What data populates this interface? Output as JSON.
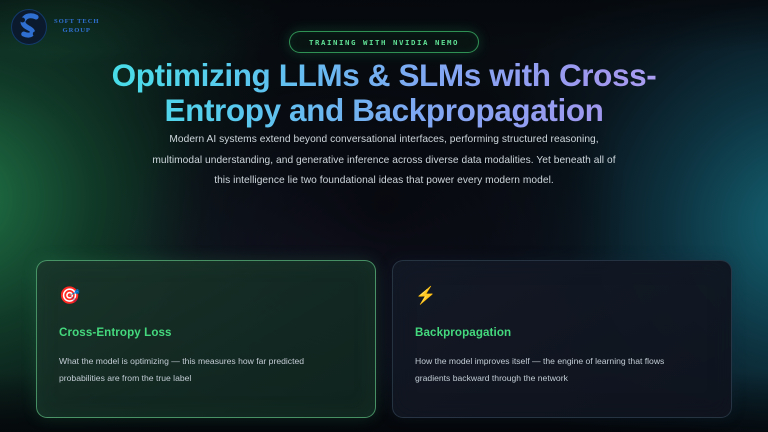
{
  "brand": {
    "logo_icon": "soft-tech-group-s-monogram",
    "name_line1": "SOFT TECH",
    "name_line2": "GROUP",
    "logo_color": "#2f6fd0"
  },
  "badge": {
    "label": "TRAINING WITH NVIDIA NEMO",
    "color": "#5fe095",
    "border_color": "#4ade80"
  },
  "hero": {
    "title": "Optimizing LLMs & SLMs with Cross-Entropy and Backpropagation",
    "title_gradient_from": "#3fe0e4",
    "title_gradient_to": "#b3a3f2",
    "paragraph": "Modern AI systems extend beyond conversational interfaces, performing structured reasoning, multimodal understanding, and generative inference across diverse data modalities. Yet beneath all of this intelligence lie two foundational ideas that power every modern model."
  },
  "cards": [
    {
      "icon": "🎯",
      "icon_name": "dart-target-icon",
      "title": "Cross-Entropy Loss",
      "description": "What the model is optimizing — this measures how far predicted probabilities are from the true label",
      "accent": "#45d97e"
    },
    {
      "icon": "⚡",
      "icon_name": "lightning-bolt-icon",
      "title": "Backpropagation",
      "description": "How the model improves itself — the engine of learning that flows gradients backward through the network",
      "accent": "#45d97e"
    }
  ]
}
